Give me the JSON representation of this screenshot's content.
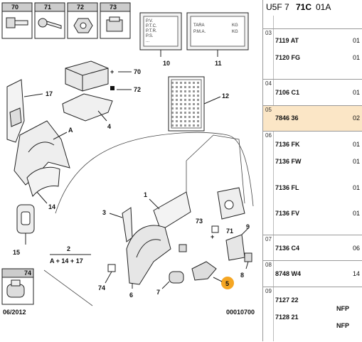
{
  "header": {
    "code_prefix": "U5F 7",
    "code_bold": "71C",
    "code_suffix": "01A"
  },
  "diagram": {
    "callouts": {
      "c70": "70",
      "c71": "71",
      "c72": "72",
      "c73": "73",
      "c10": "10",
      "c11": "11",
      "c12": "12",
      "c17": "17",
      "c4": "4",
      "cA1": "A",
      "c14": "14",
      "c15": "15",
      "c2": "2",
      "formula": "A + 14 + 17",
      "c74": "74",
      "c3": "3",
      "c1": "1",
      "c6": "6",
      "c7": "7",
      "c5": "5",
      "c8": "8",
      "c9": "9"
    },
    "label_card_10": [
      "P.V.",
      "P.T.C.",
      "P.T.R.",
      "P.S.",
      "..."
    ],
    "label_card_11": {
      "tara": "TARA",
      "pma": "P.M.A.",
      "unit": "KG"
    },
    "date_code": "06/2012",
    "drawing_number": "00010700"
  },
  "parts": [
    {
      "group": "03",
      "part": "7119 AT",
      "qty": "01"
    },
    {
      "group": "",
      "part": "7120 FG",
      "qty": "01"
    },
    {
      "group": "04",
      "part": "7106 C1",
      "qty": "01"
    },
    {
      "group": "05",
      "part": "7846 36",
      "qty": "02",
      "highlight": true
    },
    {
      "group": "06",
      "part": "7136 FK",
      "qty": "01"
    },
    {
      "group": "",
      "part": "7136 FW",
      "qty": "01"
    },
    {
      "group": "",
      "part": "7136 FL",
      "qty": "01"
    },
    {
      "group": "",
      "part": "7136 FV",
      "qty": "01"
    },
    {
      "group": "07",
      "part": "7136 C4",
      "qty": "06"
    },
    {
      "group": "08",
      "part": "8748 W4",
      "qty": "14"
    },
    {
      "group": "09",
      "part": "7127 22",
      "qty": "",
      "note": "NFP"
    },
    {
      "group": "",
      "part": "7128 21",
      "qty": "",
      "note": "NFP"
    }
  ],
  "colors": {
    "highlight": "#fbe6c6",
    "lines": "#999999"
  }
}
